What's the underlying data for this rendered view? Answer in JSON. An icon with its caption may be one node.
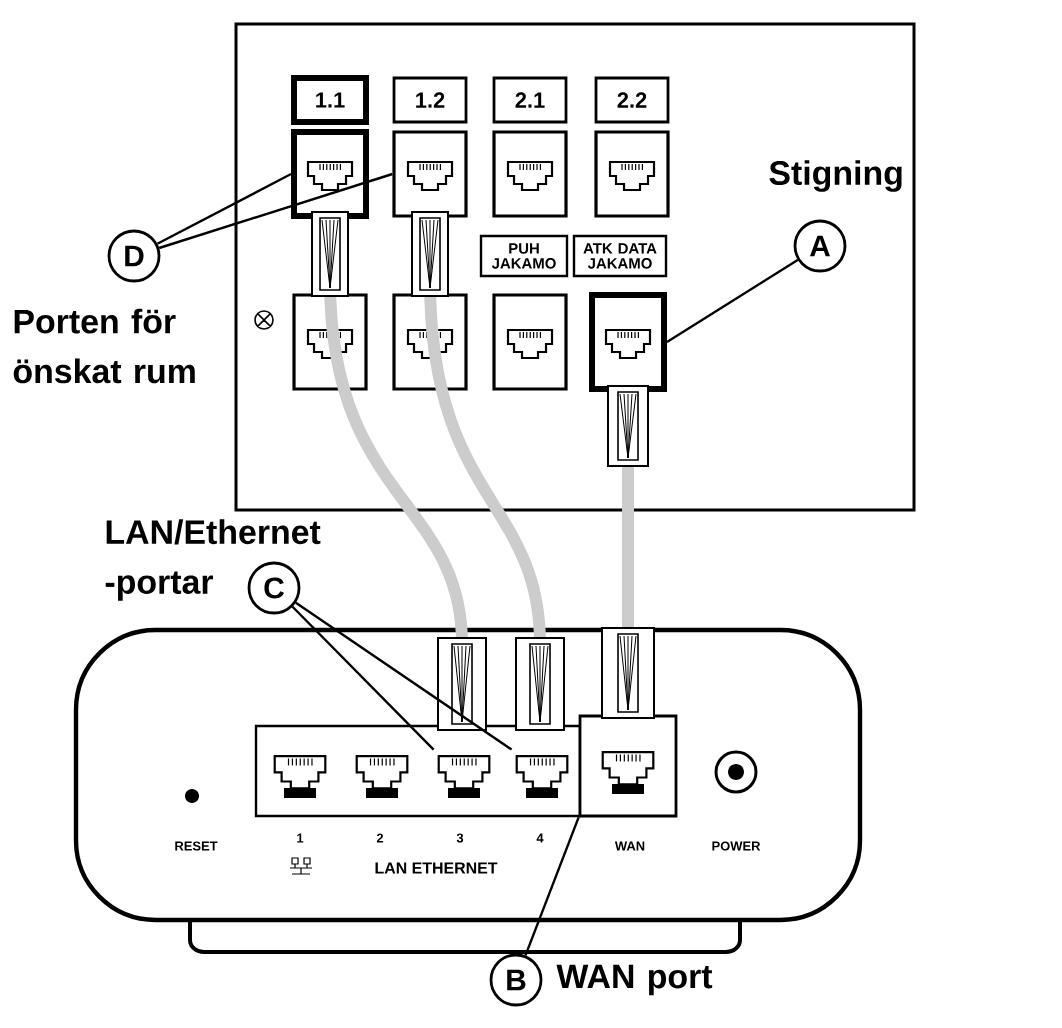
{
  "diagram": {
    "nodes": [
      {
        "text": [
          "1.1"
        ]
      },
      {
        "text": [
          "1.2"
        ]
      },
      {
        "text": [
          "2.1"
        ]
      },
      {
        "text": [
          "2.2"
        ]
      },
      {
        "text": [
          "PUH JAKAMO"
        ]
      },
      {
        "text": [
          "ATK DATA JAKAMO"
        ]
      },
      {
        "text": [],
        "shape": "box"
      },
      {
        "text": [],
        "shape": "box"
      },
      {
        "text": [],
        "shape": "box"
      },
      {
        "text": [],
        "shape": "box"
      },
      {
        "text": [],
        "shape": "box"
      },
      {
        "text": [],
        "shape": "box"
      },
      {
        "text": [
          "D"
        ],
        "beside": [
          "Porten för önskat rum"
        ]
      },
      {
        "text": [
          "A"
        ],
        "beside": [
          "Stigning"
        ]
      },
      {
        "text": [
          "C"
        ],
        "beside": [
          "LAN/Ethernet -portar"
        ]
      },
      {
        "text": [
          "B"
        ],
        "beside": [
          "WAN port"
        ]
      },
      {
        "text": [],
        "shape": "box"
      },
      {
        "text": [],
        "shape": "box"
      },
      {
        "text": [],
        "shape": "box"
      },
      {
        "text": [],
        "shape": "box"
      },
      {
        "text": [],
        "shape": "box"
      },
      {
        "text": [],
        "shape": "box"
      },
      {
        "text": [],
        "shape": "box"
      }
    ],
    "edges": [
      {
        "from": 12,
        "to": 6,
        "arrow": "none"
      },
      {
        "from": 12,
        "to": 7,
        "arrow": "none"
      },
      {
        "from": 13,
        "to": 8,
        "arrow": "none"
      },
      {
        "from": 14,
        "to": 9,
        "arrow": "none"
      },
      {
        "from": 14,
        "to": 10,
        "arrow": "none"
      },
      {
        "from": 15,
        "to": 11,
        "arrow": "none"
      }
    ],
    "labels": [
      "RESET",
      "1",
      "2",
      "3",
      "4",
      "LAN ETHERNET",
      "WAN",
      "POWER"
    ]
  }
}
